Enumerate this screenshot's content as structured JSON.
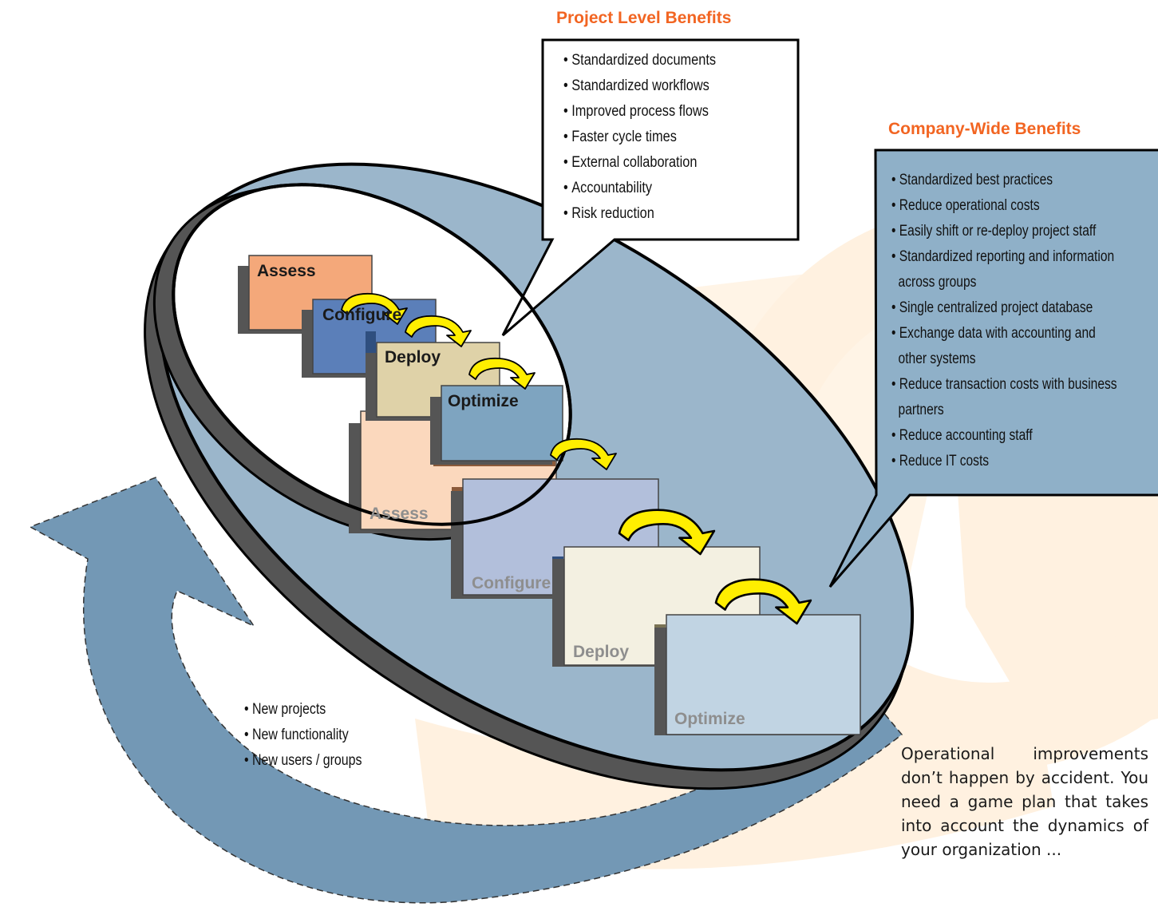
{
  "project_benefits": {
    "title": "Project Level Benefits",
    "items": [
      "Standardized documents",
      "Standardized workflows",
      "Improved process flows",
      "Faster cycle times",
      "External collaboration",
      "Accountability",
      "Risk reduction"
    ]
  },
  "company_benefits": {
    "title": "Company-Wide Benefits",
    "items": [
      "Standardized best practices",
      "Reduce operational costs",
      "Easily shift or re-deploy project staff",
      "Standardized reporting and information across groups",
      "Single centralized project database",
      "Exchange data with accounting and other systems",
      "Reduce transaction costs with business partners",
      "Reduce accounting staff",
      "Reduce IT costs"
    ]
  },
  "project_steps": [
    "Assess",
    "Configure",
    "Deploy",
    "Optimize"
  ],
  "company_steps": [
    "Assess",
    "Configure",
    "Deploy",
    "Optimize"
  ],
  "growth_items": [
    "New projects",
    "New functionality",
    "New users / groups"
  ],
  "blurb": "Operational improvements don’t happen by accident. You need a game plan that takes into account the dynamics of your organization ...",
  "colors": {
    "accent": "#f26522",
    "ellipse_fill": "#9bb6cb",
    "cycle_arrow": "#7398b5",
    "callout_fill": "#8fb0c8",
    "assess": "#f4a87a",
    "configure": "#5b7fb9",
    "deploy": "#dfd2a8",
    "optimize": "#7ea4c0",
    "curl_arrow": "#ffee00"
  }
}
